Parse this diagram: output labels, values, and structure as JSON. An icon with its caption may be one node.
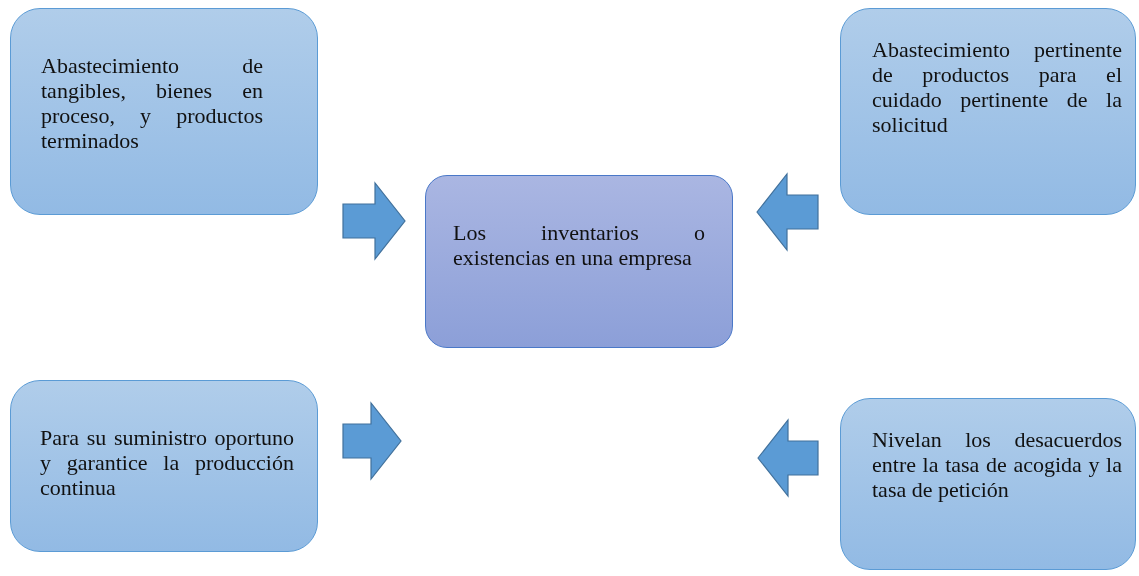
{
  "diagram": {
    "nodes": [
      {
        "text": [
          "Abastecimiento de tangibles, bienes en proceso, y productos terminados"
        ]
      },
      {
        "text": [
          "Los inventarios o existencias en una empresa"
        ]
      },
      {
        "text": [
          "Abastecimiento pertinente de productos para el cuidado pertinente de la solicitud"
        ]
      },
      {
        "text": [
          "Para su suministro oportuno y garantice la producción continua"
        ]
      },
      {
        "text": [
          "Nivelan los desacuerdos entre la tasa de acogida y la tasa de petición"
        ]
      }
    ],
    "edges": [
      {
        "from": 0,
        "to": 1,
        "arrow": "to"
      },
      {
        "from": 2,
        "to": 1,
        "arrow": "to"
      },
      {
        "from": 3,
        "to": null,
        "arrow": "to"
      },
      {
        "from": 4,
        "to": null,
        "arrow": "to"
      }
    ]
  }
}
